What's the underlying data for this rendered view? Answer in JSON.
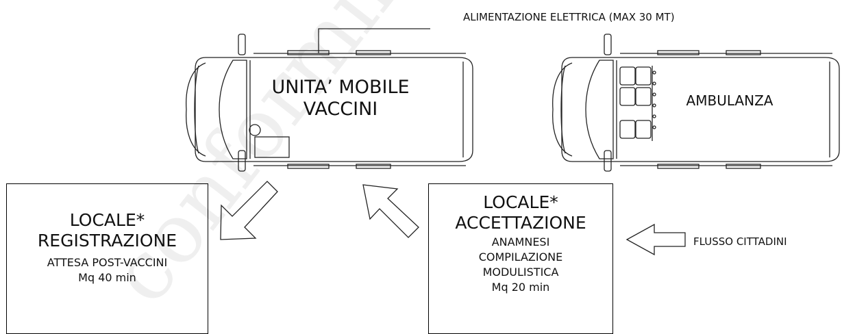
{
  "power": {
    "label": "ALIMENTAZIONE ELETTRICA (MAX 30 MT)"
  },
  "vaccine_van": {
    "line1": "UNITA’ MOBILE",
    "line2": "VACCINI"
  },
  "ambulance": {
    "label": "AMBULANZA"
  },
  "registration_room": {
    "title_line1": "LOCALE*",
    "title_line2": "REGISTRAZIONE",
    "detail1": "ATTESA POST-VACCINI",
    "detail2": "Mq 40 min"
  },
  "acceptance_room": {
    "title_line1": "LOCALE*",
    "title_line2": "ACCETTAZIONE",
    "detail1": "ANAMNESI",
    "detail2": "COMPILAZIONE",
    "detail3": "MODULISTICA",
    "detail4": "Mq 20 min"
  },
  "citizen_flow": {
    "label": "FLUSSO CITTADINI"
  },
  "watermark": "conforming"
}
